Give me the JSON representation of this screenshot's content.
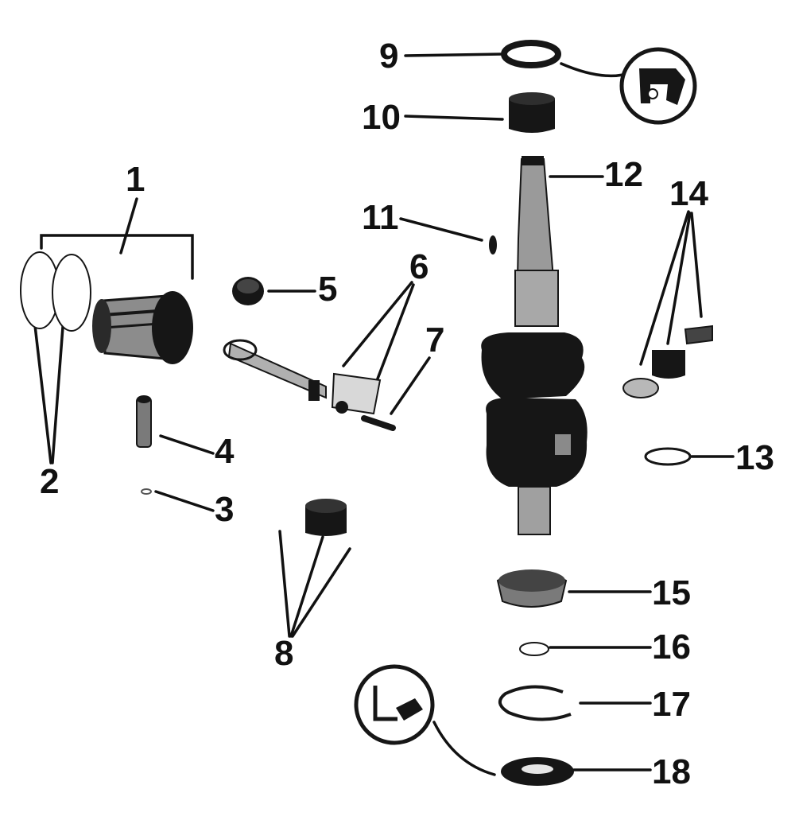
{
  "diagram": {
    "callouts": [
      {
        "id": "1",
        "label": "1"
      },
      {
        "id": "2",
        "label": "2"
      },
      {
        "id": "3",
        "label": "3"
      },
      {
        "id": "4",
        "label": "4"
      },
      {
        "id": "5",
        "label": "5"
      },
      {
        "id": "6",
        "label": "6"
      },
      {
        "id": "7",
        "label": "7"
      },
      {
        "id": "8",
        "label": "8"
      },
      {
        "id": "9",
        "label": "9"
      },
      {
        "id": "10",
        "label": "10"
      },
      {
        "id": "11",
        "label": "11"
      },
      {
        "id": "12",
        "label": "12"
      },
      {
        "id": "13",
        "label": "13"
      },
      {
        "id": "14",
        "label": "14"
      },
      {
        "id": "15",
        "label": "15"
      },
      {
        "id": "16",
        "label": "16"
      },
      {
        "id": "17",
        "label": "17"
      },
      {
        "id": "18",
        "label": "18"
      }
    ],
    "colors": {
      "ink": "#111111",
      "paper": "#ffffff",
      "metal": "#9a9a9a"
    },
    "detail_insets": [
      {
        "id": "inset-top",
        "icon": "bracket-clip-icon"
      },
      {
        "id": "inset-bottom",
        "icon": "l-key-icon"
      }
    ]
  }
}
